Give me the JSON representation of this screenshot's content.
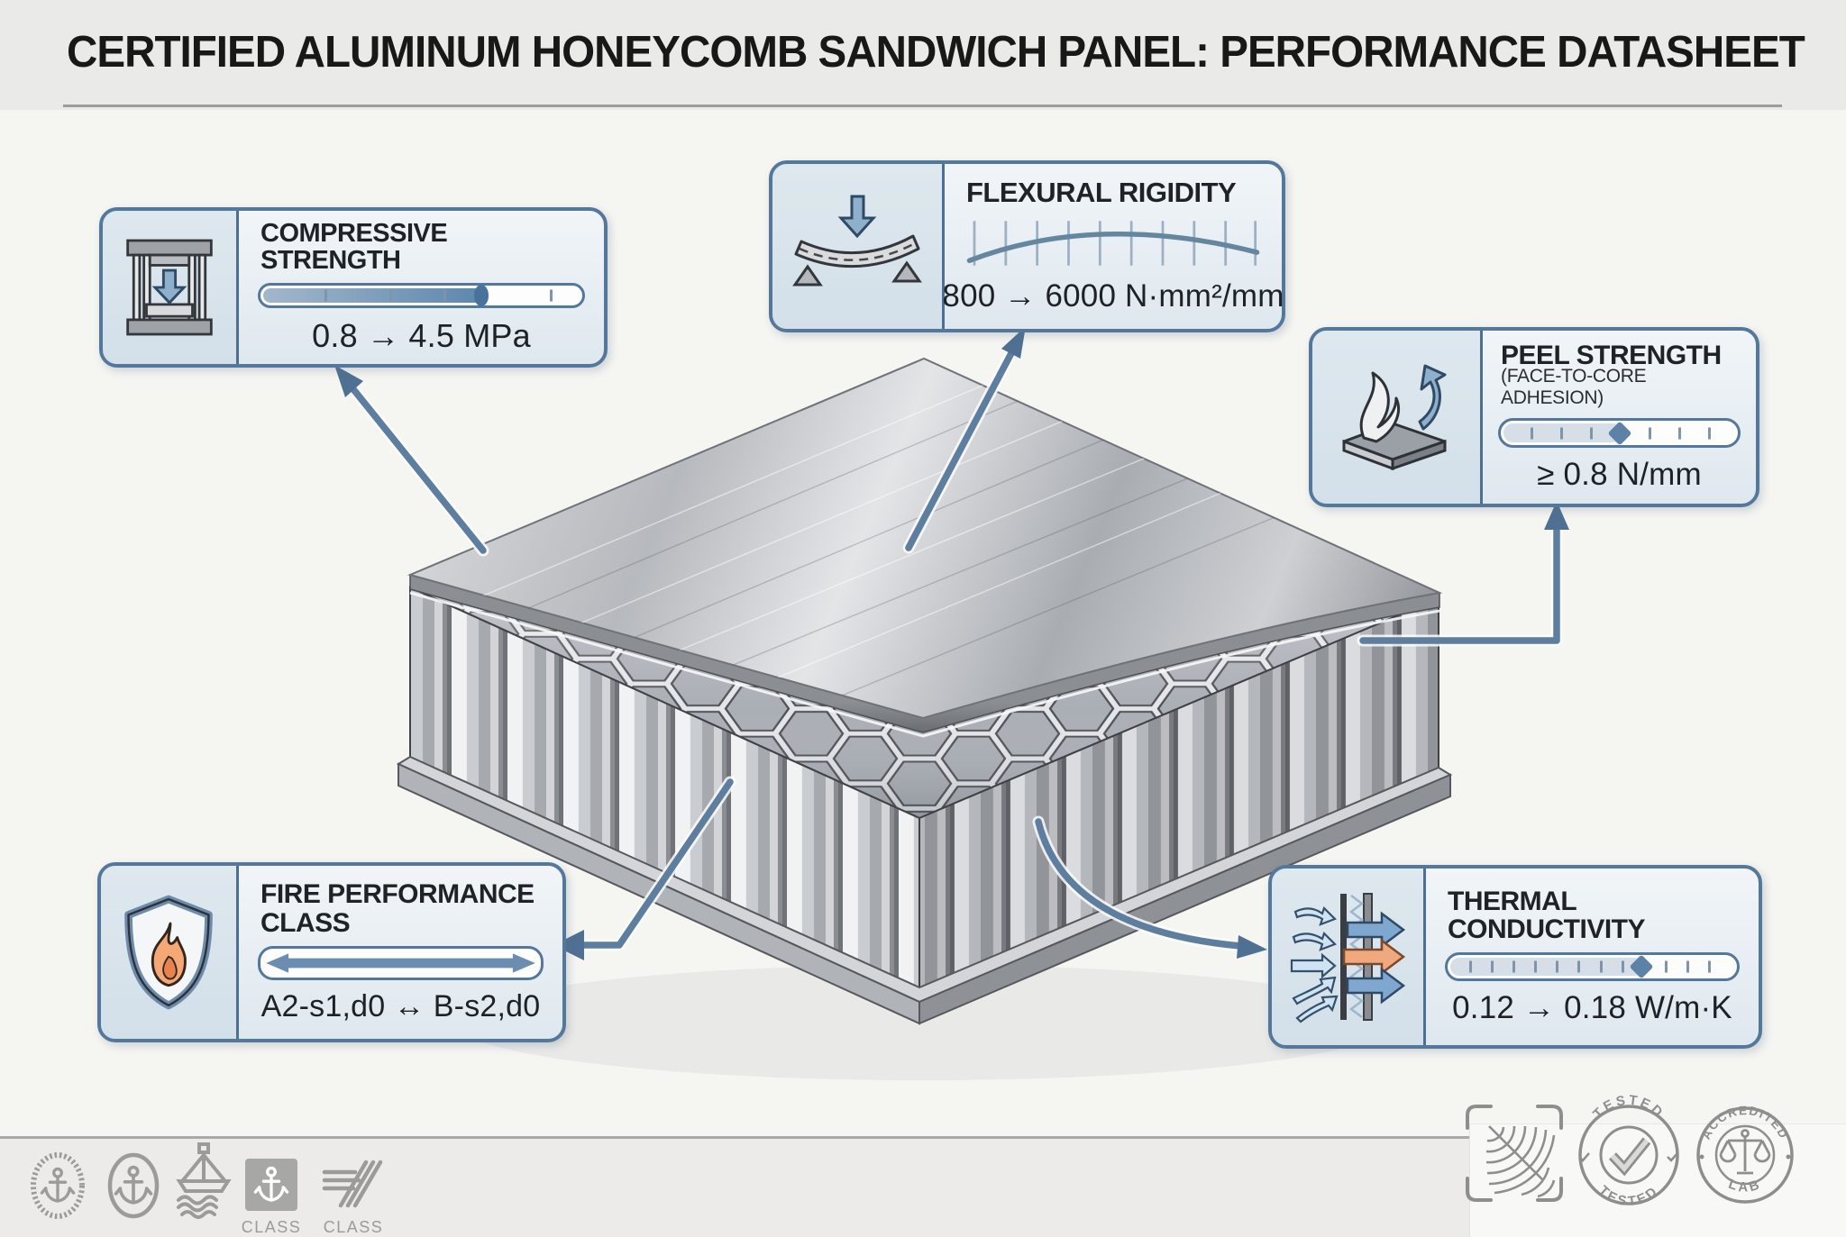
{
  "header": {
    "title": "CERTIFIED ALUMINUM HONEYCOMB SANDWICH PANEL: PERFORMANCE DATASHEET"
  },
  "illustration": {
    "subject": "aluminum honeycomb sandwich panel, top face sheet lifted to reveal hexagonal core"
  },
  "callouts": {
    "compressive": {
      "icon": "press-icon",
      "title": "COMPRESSIVE STRENGTH",
      "value": "0.8 → 4.5 MPa",
      "gauge_fill_pct": 68
    },
    "flexural": {
      "icon": "bending-beam-icon",
      "title": "FLEXURAL RIGIDITY",
      "value": "800 → 6000 N·mm²/mm"
    },
    "peel": {
      "icon": "peel-sheet-icon",
      "title": "PEEL STRENGTH",
      "subtitle": "(FACE-TO-CORE ADHESION)",
      "value": "≥ 0.8 N/mm",
      "marker_pct": 50
    },
    "fire": {
      "icon": "fire-shield-icon",
      "title": "FIRE PERFORMANCE CLASS",
      "value": "A2-s1,d0 ↔ B-s2,d0"
    },
    "thermal": {
      "icon": "heat-flow-icon",
      "title": "THERMAL CONDUCTIVITY",
      "value": "0.12 → 0.18 W/m·K",
      "marker_pct": 67
    }
  },
  "footer": {
    "badges": [
      {
        "icon": "anchor-rope-seal-icon"
      },
      {
        "icon": "anchor-oval-icon"
      },
      {
        "icon": "ship-classification-icon"
      },
      {
        "icon": "anchor-square-badge-icon",
        "label": "CLASS"
      },
      {
        "icon": "lines-class-badge-icon",
        "label": "CLASS"
      }
    ],
    "stamps": {
      "fingerprint": {
        "icon": "fingerprint-scan-icon"
      },
      "tested": {
        "top": "TESTED",
        "bottom": "TESTED"
      },
      "accredited": {
        "top": "ACCREDITED",
        "bottom": "LAB"
      }
    }
  },
  "colors": {
    "accent_blue": "#54789b",
    "arrow_blue": "#5d7e9e",
    "flame_orange": "#f0975f",
    "metal_gray": "#c6c9cd",
    "badge_gray": "#9b9b99"
  }
}
